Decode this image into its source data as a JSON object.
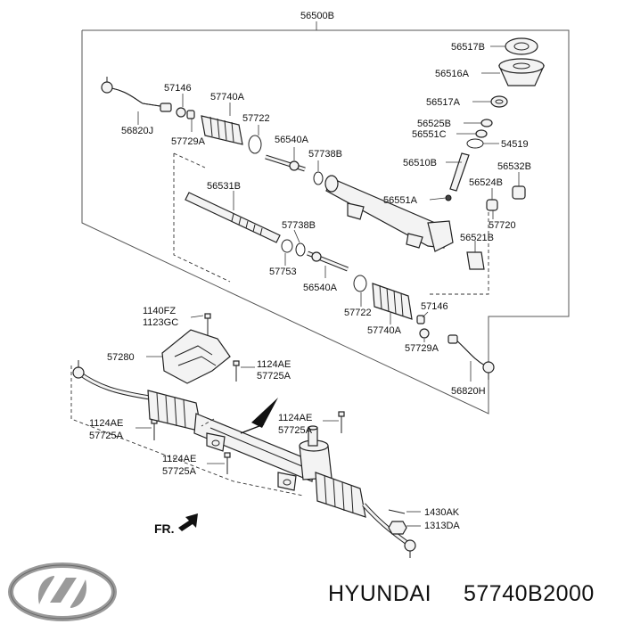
{
  "diagram": {
    "assembly_label": "56500B",
    "labels": {
      "l56517B": "56517B",
      "l56516A": "56516A",
      "l56517A": "56517A",
      "l56525B": "56525B",
      "l56551C": "56551C",
      "l54519": "54519",
      "l56510B": "56510B",
      "l56532B": "56532B",
      "l56524B": "56524B",
      "l56551A": "56551A",
      "l57720": "57720",
      "l56521B": "56521B",
      "l57146a": "57146",
      "l57740Aa": "57740A",
      "l57722a": "57722",
      "l56820J": "56820J",
      "l57729Aa": "57729A",
      "l56540Aa": "56540A",
      "l57738Ba": "57738B",
      "l56531B": "56531B",
      "l57738Bb": "57738B",
      "l57753": "57753",
      "l56540Ab": "56540A",
      "l57722b": "57722",
      "l57740Ab": "57740A",
      "l57146b": "57146",
      "l57729Ab": "57729A",
      "l56820H": "56820H",
      "l1140FZ": "1140FZ",
      "l1123GC": "1123GC",
      "l57280": "57280",
      "l1124AE_a": "1124AE",
      "l57725A_a": "57725A",
      "l1124AE_b": "1124AE",
      "l57725A_b": "57725A",
      "l1124AE_c": "1124AE",
      "l57725A_c": "57725A",
      "l1124AE_d": "1124AE",
      "l57725A_d": "57725A",
      "l1430AK": "1430AK",
      "l1313DA": "1313DA"
    },
    "direction_label": "FR."
  },
  "footer": {
    "brand_logo": "hyundai-logo",
    "brand": "HYUNDAI",
    "part_number": "57740B2000"
  }
}
